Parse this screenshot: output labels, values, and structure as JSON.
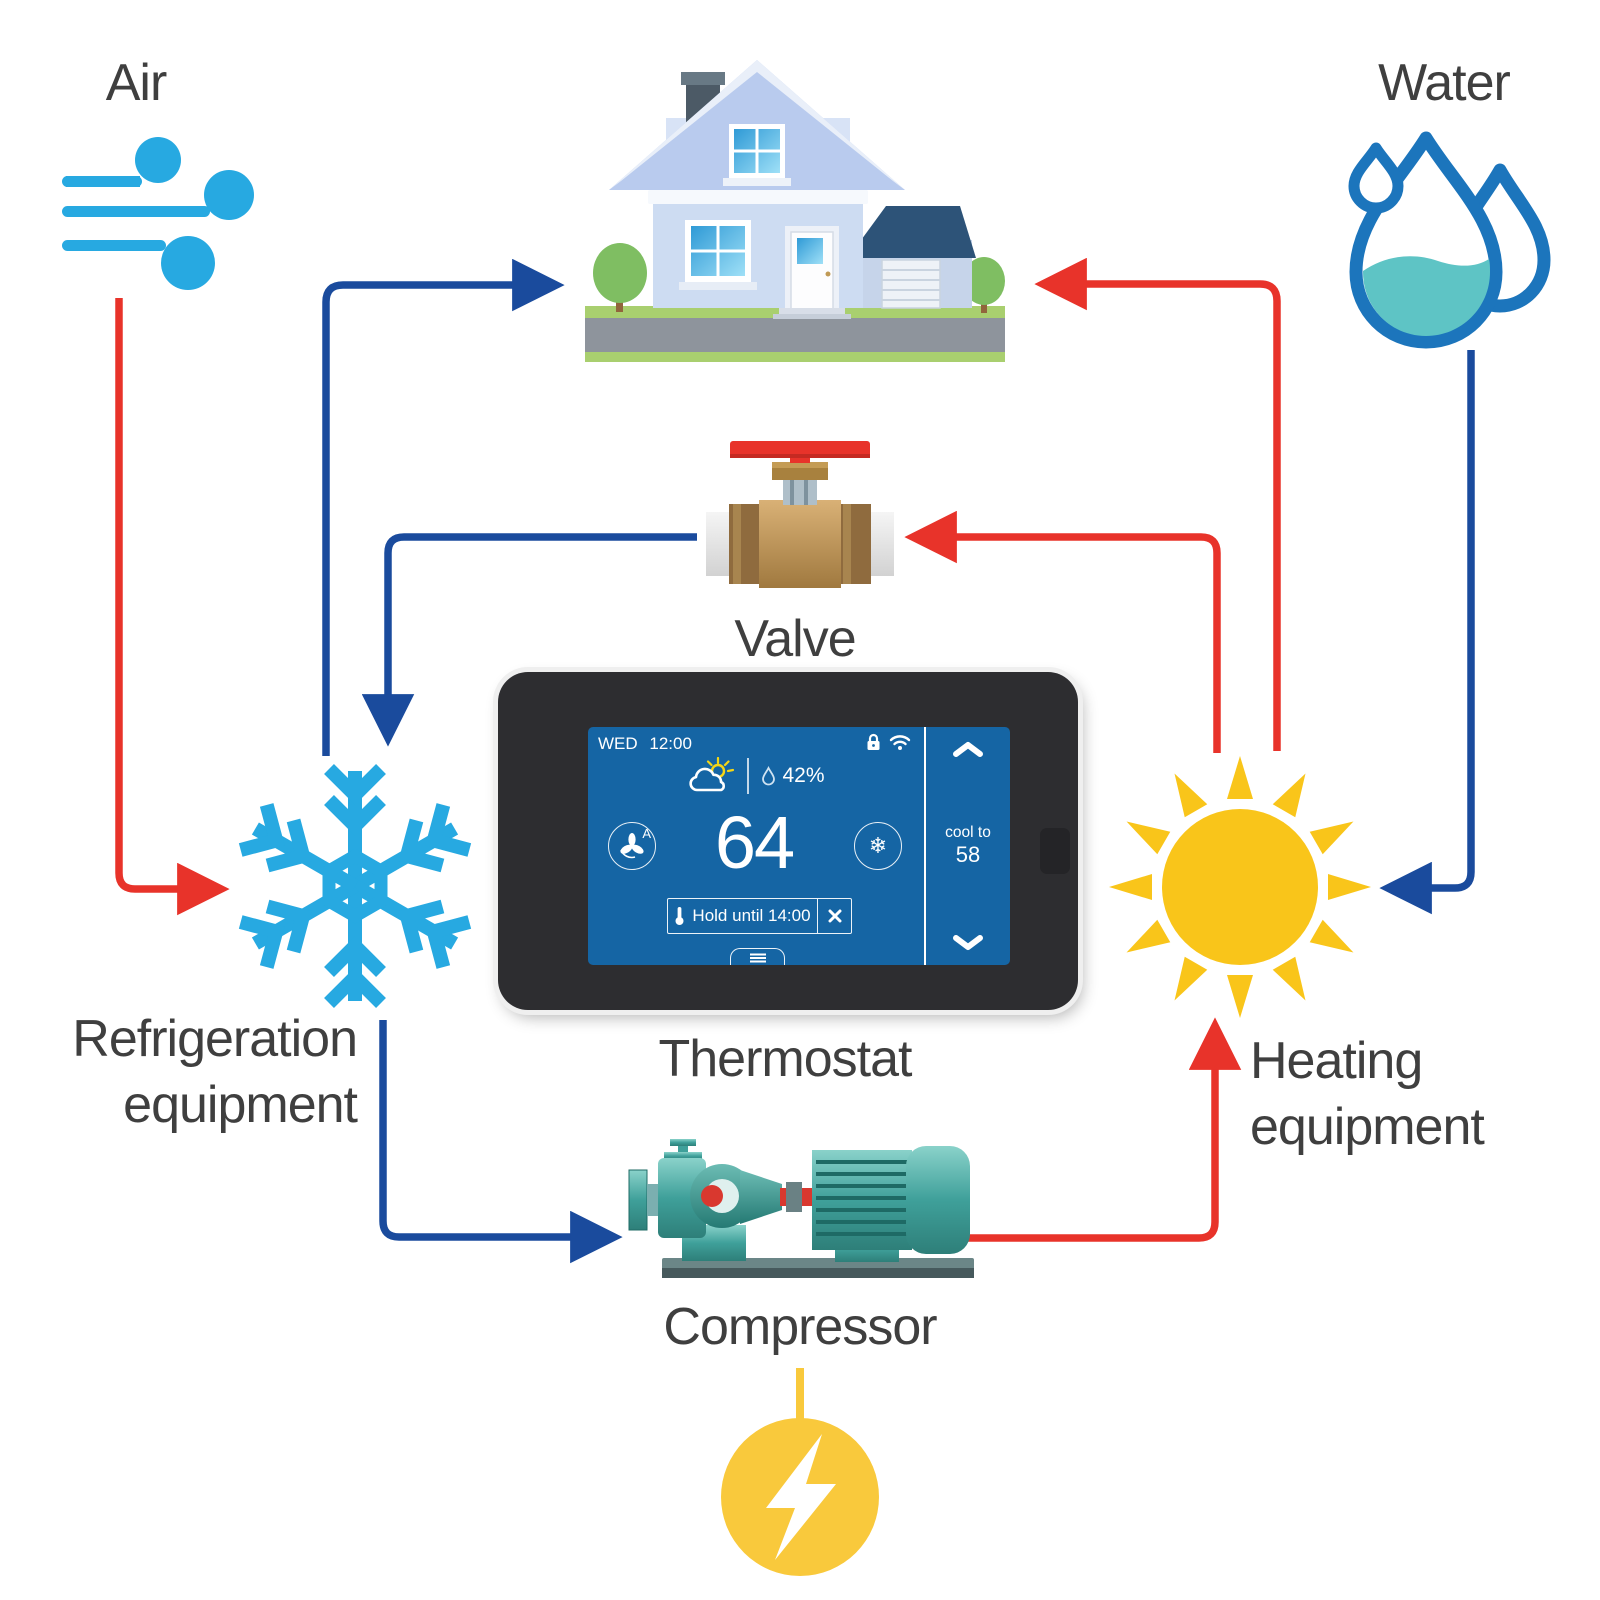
{
  "labels": {
    "air": "Air",
    "water": "Water",
    "valve": "Valve",
    "thermostat": "Thermostat",
    "refrigeration": "Refrigeration\nequipment",
    "heating": "Heating\nequipment",
    "compressor": "Compressor"
  },
  "thermostat_screen": {
    "status": "WED 12:00",
    "humidity": "42%",
    "temperature": "64",
    "setpoint_label": "cool to",
    "setpoint_value": "58",
    "hold_button": "Hold until 14:00",
    "fan_mode_letter": "A",
    "mode_icon": "❄"
  },
  "colors": {
    "arrow_red": "#E8332A",
    "arrow_blue": "#1A4B9D",
    "light_blue": "#27A9E1",
    "screen_blue": "#1565A4",
    "sun_top": "#F9C51A",
    "sun_bottom": "#F0902D",
    "water_outline": "#1C75BC",
    "water_fill": "#5EC4C5",
    "lightning_yellow": "#F9C93C",
    "compressor_teal": "#3FA09A",
    "valve_brass": "#C79B60",
    "label_gray": "#3F3F3F"
  },
  "connections": [
    {
      "from": "air",
      "to": "refrigeration-equipment",
      "color": "red"
    },
    {
      "from": "refrigeration-equipment",
      "to": "house",
      "color": "blue"
    },
    {
      "from": "valve",
      "to": "refrigeration-equipment",
      "color": "blue"
    },
    {
      "from": "refrigeration-equipment",
      "to": "compressor",
      "color": "blue"
    },
    {
      "from": "compressor",
      "to": "heating-equipment",
      "color": "red"
    },
    {
      "from": "heating-equipment",
      "to": "valve",
      "color": "red"
    },
    {
      "from": "heating-equipment",
      "to": "house",
      "color": "red"
    },
    {
      "from": "water",
      "to": "heating-equipment",
      "color": "blue"
    },
    {
      "from": "power",
      "to": "compressor",
      "color": "yellow"
    }
  ]
}
